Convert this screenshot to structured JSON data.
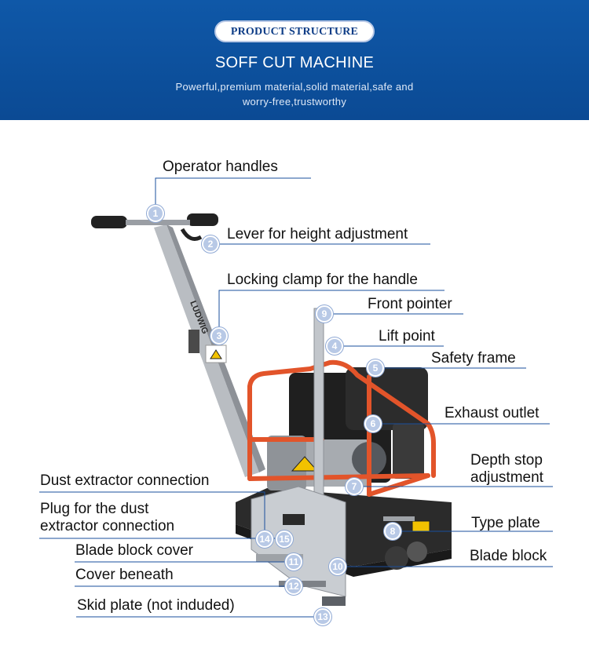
{
  "header": {
    "badge": "PRODUCT STRUCTURE",
    "title": "SOFF CUT MACHINE",
    "subtitle_line1": "Powerful,premium material,solid material,safe and",
    "subtitle_line2": "worry-free,trustworthy"
  },
  "product": {
    "brand_logo": "LUDWIG"
  },
  "callouts": [
    {
      "number": "1",
      "label": "Operator handles"
    },
    {
      "number": "2",
      "label": "Lever for height adjustment"
    },
    {
      "number": "3",
      "label": "Locking clamp for the handle"
    },
    {
      "number": "9",
      "label": "Front pointer"
    },
    {
      "number": "4",
      "label": "Lift point"
    },
    {
      "number": "5",
      "label": "Safety frame"
    },
    {
      "number": "6",
      "label": "Exhaust outlet"
    },
    {
      "number": "7",
      "label_line1": "Depth stop",
      "label_line2": "adjustment"
    },
    {
      "number": "8",
      "label": "Type plate"
    },
    {
      "number": "10",
      "label": "Blade block"
    },
    {
      "number": "14",
      "label": "Dust extractor connection"
    },
    {
      "number": "15",
      "label_line1": "Plug for the dust",
      "label_line2": "extractor connection"
    },
    {
      "number": "11",
      "label": "Blade block cover"
    },
    {
      "number": "12",
      "label": "Cover beneath"
    },
    {
      "number": "13",
      "label": "Skid plate (not induded)"
    }
  ],
  "colors": {
    "banner": "#0f58a8",
    "badge_text": "#0d3c86",
    "frame_orange": "#e2542a",
    "marker": "#b8c9e6",
    "leader_line": "#1a4f9c"
  }
}
